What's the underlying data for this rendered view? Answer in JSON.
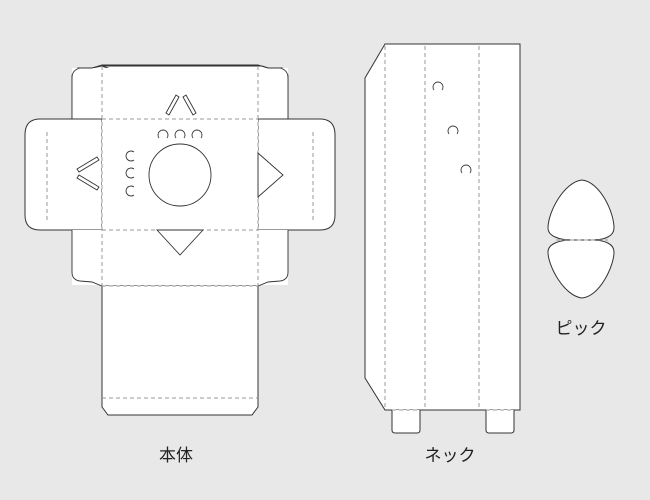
{
  "labels": {
    "body": "本体",
    "neck": "ネック",
    "pick": "ピック"
  },
  "colors": {
    "background": "#e8e8e8",
    "paper": "#ffffff",
    "cut_line": "#333333",
    "fold_line": "#999999"
  }
}
